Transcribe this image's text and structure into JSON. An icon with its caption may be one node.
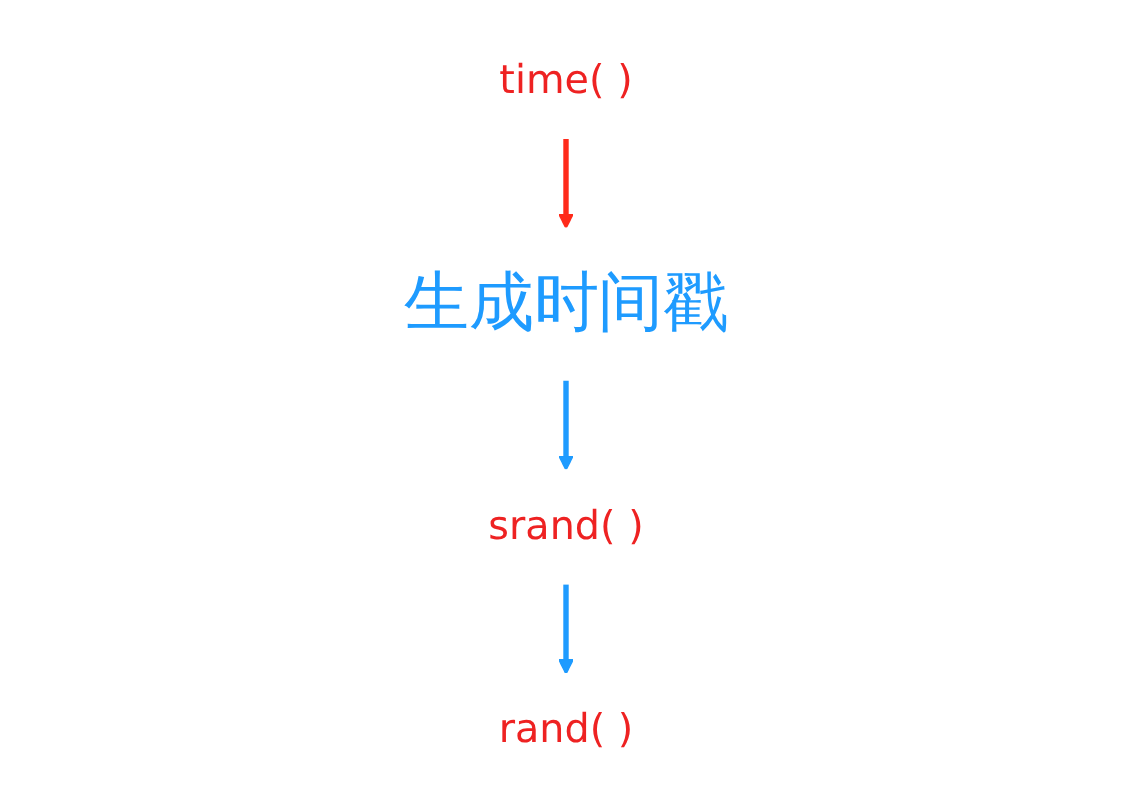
{
  "diagram": {
    "nodes": [
      {
        "text": [
          "time( )"
        ]
      },
      {
        "text": [
          "生成时间戳"
        ]
      },
      {
        "text": [
          "srand( )"
        ]
      },
      {
        "text": [
          "rand( )"
        ]
      }
    ],
    "edges": [
      {
        "from": 0,
        "to": 1,
        "arrow": "to",
        "color": "#ff2a1a"
      },
      {
        "from": 1,
        "to": 2,
        "arrow": "to"
      },
      {
        "from": 2,
        "to": 3,
        "arrow": "to"
      }
    ]
  }
}
